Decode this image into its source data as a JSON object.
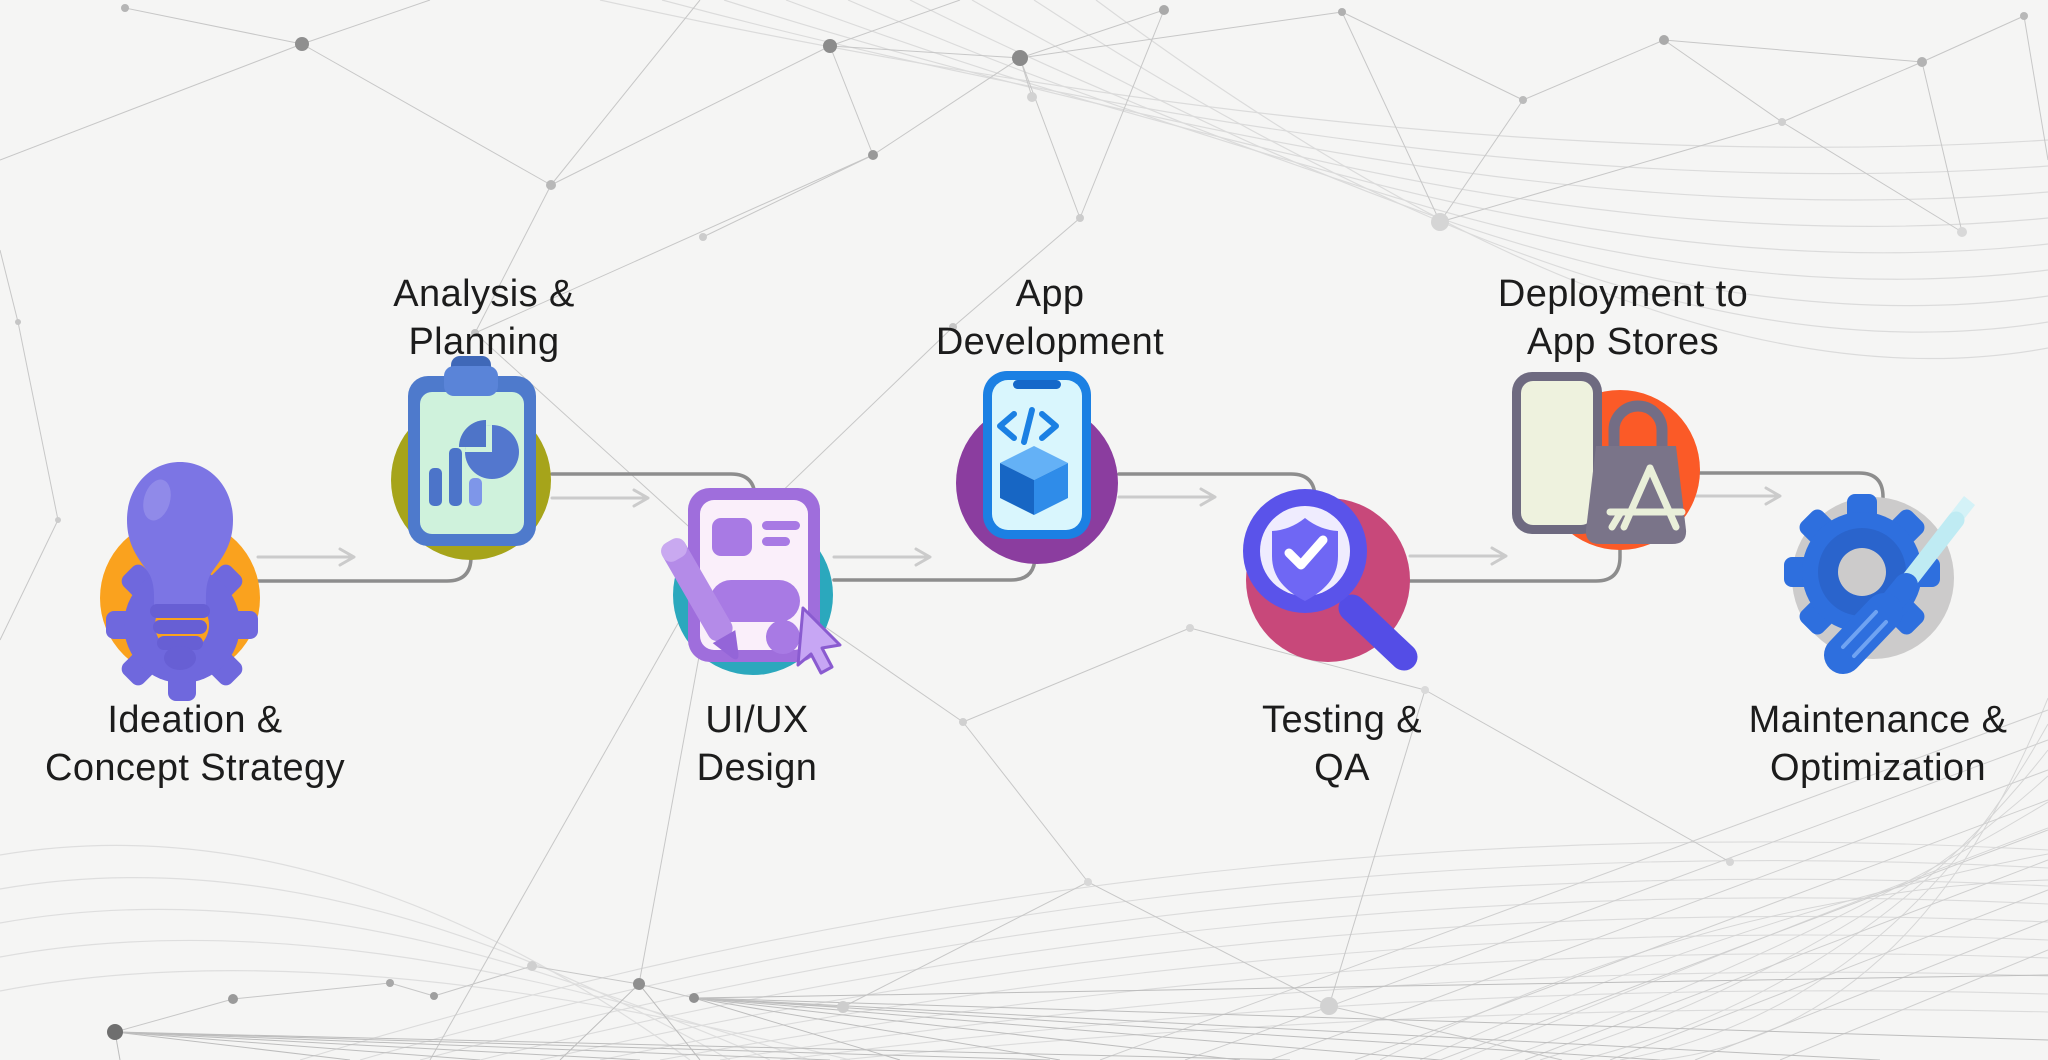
{
  "diagram": {
    "kind": "process-flow",
    "background_color": "#f5f5f4",
    "mesh": {
      "line_color": "#c7c7c7",
      "arc_color": "#d9d9d9",
      "node_color": "#8f8f8f"
    },
    "connectors": {
      "arrow_color": "#cbcbcb",
      "line_color": "#8d8d8d"
    }
  },
  "stages": [
    {
      "line1": "Ideation &",
      "line2": "Concept Strategy",
      "label_position": "below",
      "icon": "lightbulb-gear-icon",
      "circle_color": "#FAA21E",
      "icon_color": "#7C75E4"
    },
    {
      "line1": "Analysis &",
      "line2": "Planning",
      "label_position": "above",
      "icon": "clipboard-chart-icon",
      "circle_color": "#A6A41A",
      "icon_color": "#4E7ACC"
    },
    {
      "line1": "UI/UX",
      "line2": "Design",
      "label_position": "below",
      "icon": "wireframe-pen-icon",
      "circle_color": "#2BA8BD",
      "icon_color": "#9F6EDC"
    },
    {
      "line1": "App",
      "line2": "Development",
      "label_position": "above",
      "icon": "phone-code-icon",
      "circle_color": "#8B3D9F",
      "icon_color": "#1B80E3"
    },
    {
      "line1": "Testing &",
      "line2": "QA",
      "label_position": "below",
      "icon": "magnifier-shield-icon",
      "circle_color": "#C8487A",
      "icon_color": "#5A53EA"
    },
    {
      "line1": "Deployment to",
      "line2": "App Stores",
      "label_position": "above",
      "icon": "appstore-bag-icon",
      "circle_color": "#FB5A27",
      "icon_color": "#7A7489"
    },
    {
      "line1": "Maintenance &",
      "line2": "Optimization",
      "label_position": "below",
      "icon": "gear-screwdriver-icon",
      "circle_color": "#CCCBCB",
      "icon_color": "#2E6FDE"
    }
  ]
}
